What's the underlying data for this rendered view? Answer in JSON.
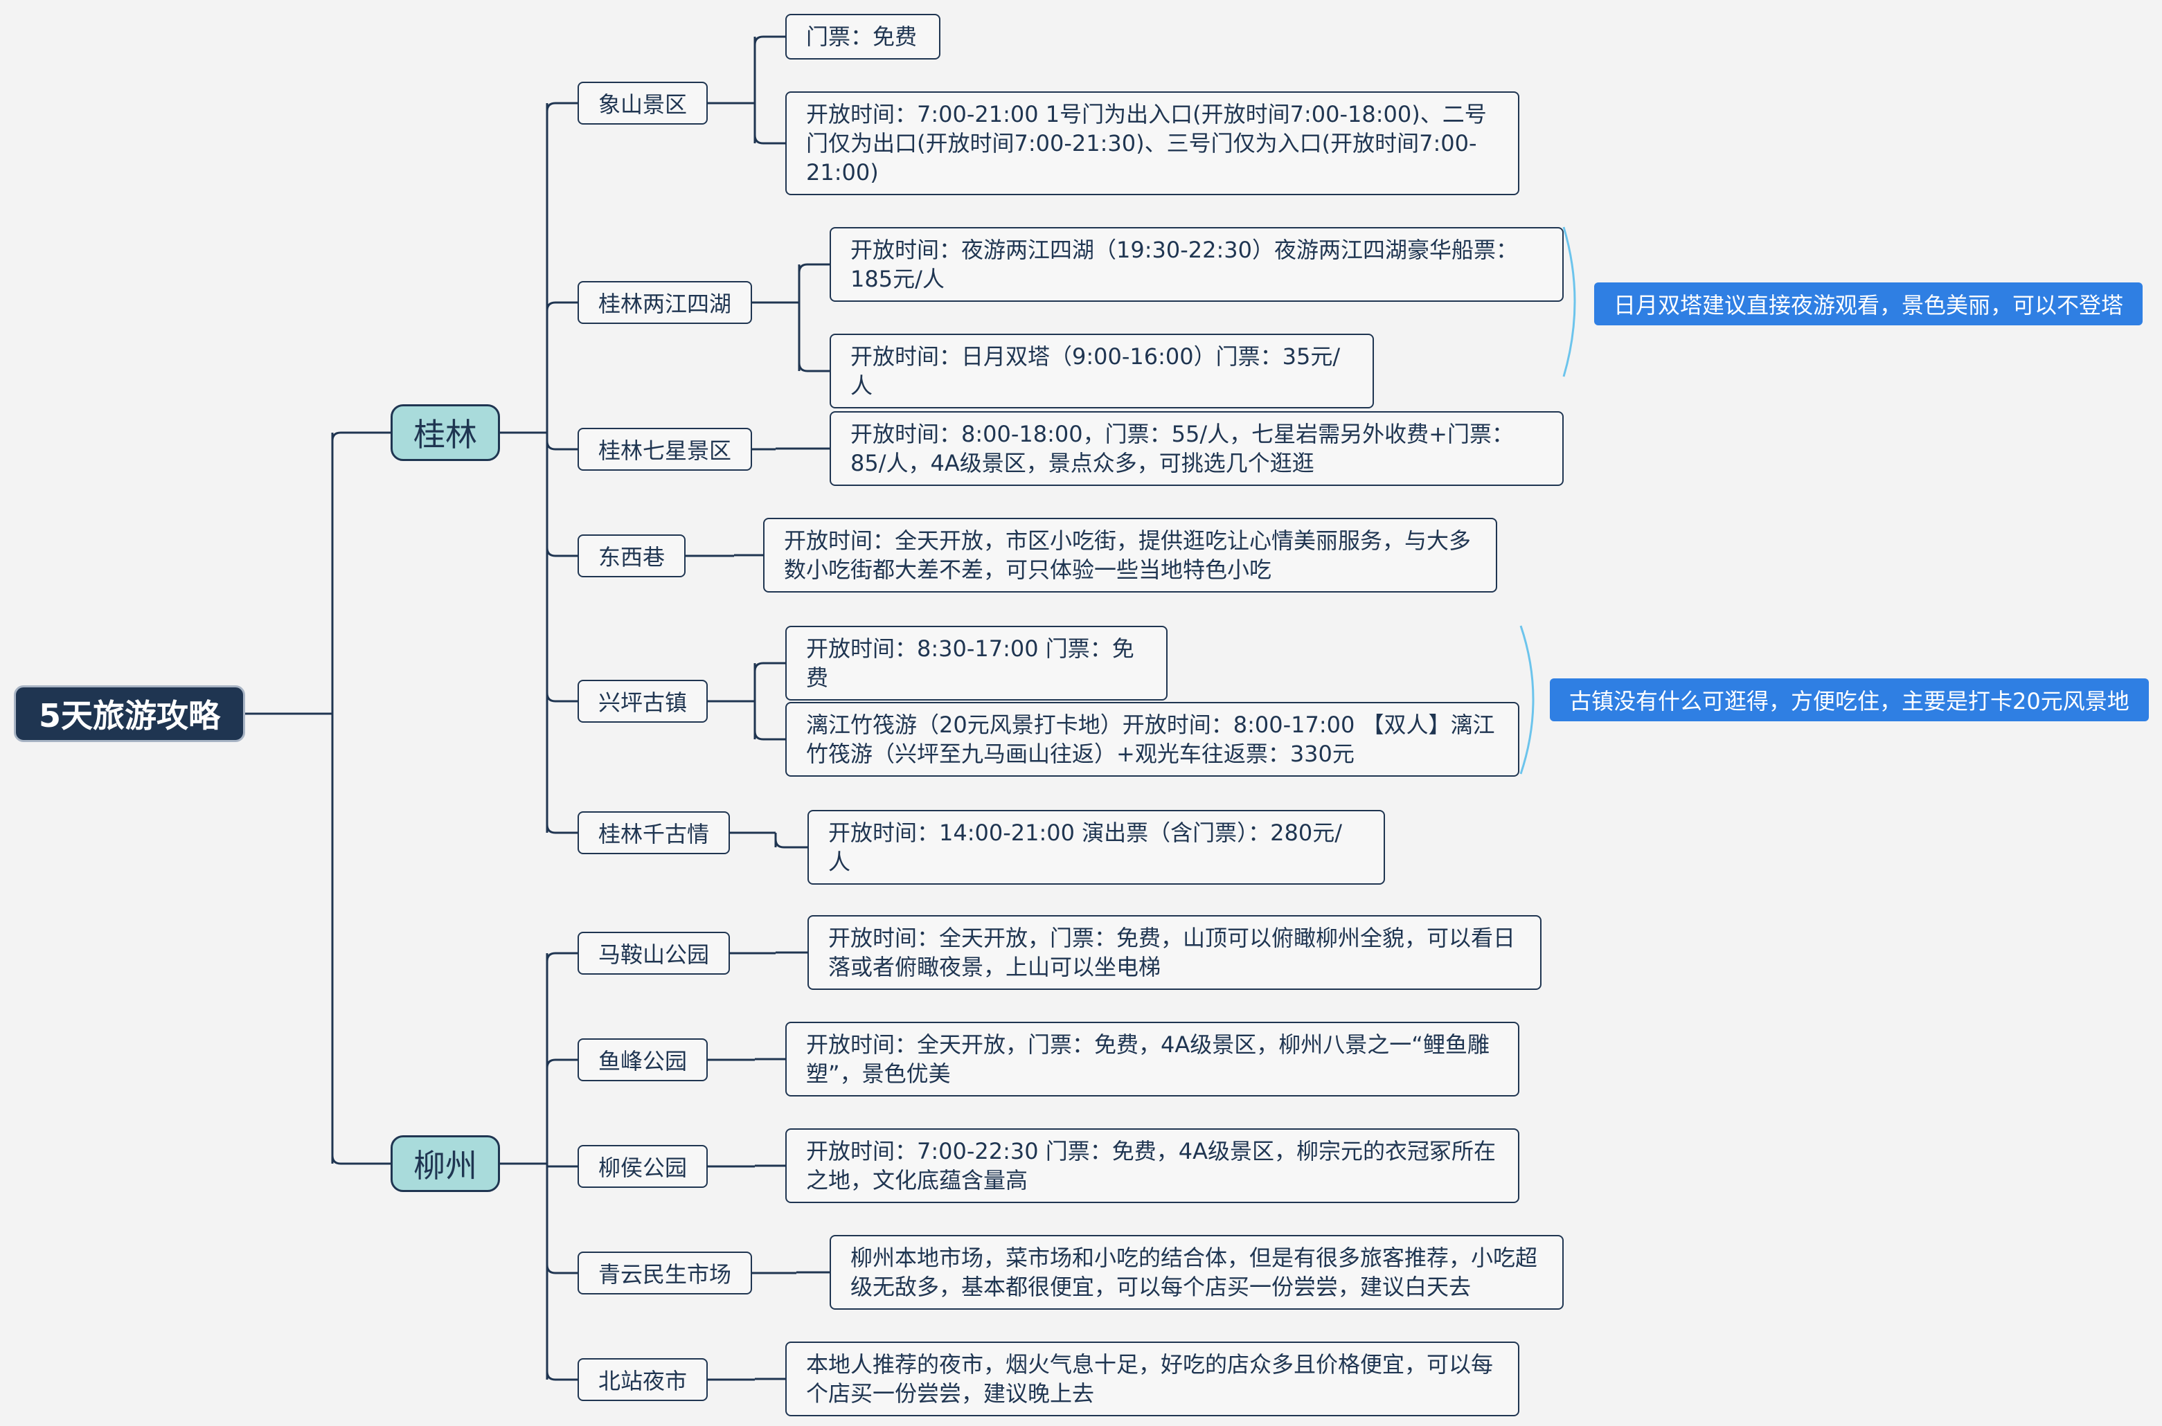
{
  "root": {
    "label": "5天旅游攻略"
  },
  "branches": [
    {
      "label": "桂林",
      "items": [
        {
          "label": "象山景区",
          "details": [
            "门票：免费",
            "开放时间：7:00-21:00 1号门为出入口(开放时间7:00-18:00)、二号门仅为出口(开放时间7:00-21:30)、三号门仅为入口(开放时间7:00-21:00)"
          ]
        },
        {
          "label": "桂林两江四湖",
          "details": [
            "开放时间：夜游两江四湖（19:30-22:30）夜游两江四湖豪华船票：185元/人",
            "开放时间：日月双塔（9:00-16:00）门票：35元/人"
          ],
          "note": "日月双塔建议直接夜游观看，景色美丽，可以不登塔"
        },
        {
          "label": "桂林七星景区",
          "details": [
            "开放时间：8:00-18:00，门票：55/人，七星岩需另外收费+门票：85/人，4A级景区，景点众多，可挑选几个逛逛"
          ]
        },
        {
          "label": "东西巷",
          "details": [
            "开放时间：全天开放，市区小吃街，提供逛吃让心情美丽服务，与大多数小吃街都大差不差，可只体验一些当地特色小吃"
          ]
        },
        {
          "label": "兴坪古镇",
          "details": [
            "开放时间：8:30-17:00 门票：免费",
            "漓江竹筏游（20元风景打卡地）开放时间：8:00-17:00 【双人】漓江竹筏游（兴坪至九马画山往返）+观光车往返票：330元"
          ],
          "note": "古镇没有什么可逛得，方便吃住，主要是打卡20元风景地"
        },
        {
          "label": "桂林千古情",
          "details": [
            "开放时间：14:00-21:00 演出票（含门票）：280元/人"
          ]
        }
      ]
    },
    {
      "label": "柳州",
      "items": [
        {
          "label": "马鞍山公园",
          "details": [
            "开放时间：全天开放，门票：免费，山顶可以俯瞰柳州全貌，可以看日落或者俯瞰夜景，上山可以坐电梯"
          ]
        },
        {
          "label": "鱼峰公园",
          "details": [
            "开放时间：全天开放，门票：免费，4A级景区，柳州八景之一“鲤鱼雕塑”，景色优美"
          ]
        },
        {
          "label": "柳侯公园",
          "details": [
            "开放时间：7:00-22:30 门票：免费，4A级景区，柳宗元的衣冠冢所在之地，文化底蕴含量高"
          ]
        },
        {
          "label": "青云民生市场",
          "details": [
            "柳州本地市场，菜市场和小吃的结合体，但是有很多旅客推荐，小吃超级无敌多，基本都很便宜，可以每个店买一份尝尝，建议白天去"
          ]
        },
        {
          "label": "北站夜市",
          "details": [
            "本地人推荐的夜市，烟火气息十足，好吃的店众多且价格便宜，可以每个店买一份尝尝，建议晚上去"
          ]
        }
      ]
    }
  ]
}
